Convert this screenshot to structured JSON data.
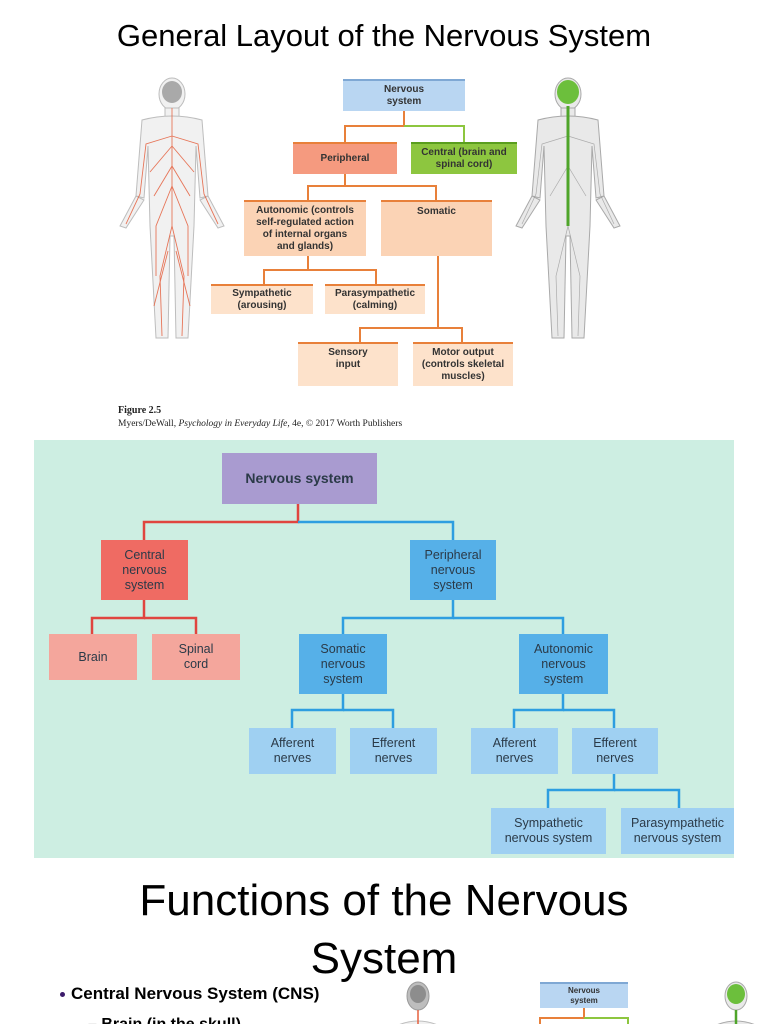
{
  "slide1": {
    "title": "General Layout of the Nervous System",
    "boxes": {
      "nervous_system": "Nervous\nsystem",
      "peripheral": "Peripheral",
      "central": "Central (brain and\nspinal cord)",
      "autonomic": "Autonomic (controls\nself-regulated action\nof internal organs\nand glands)",
      "somatic": "Somatic",
      "sympathetic": "Sympathetic\n(arousing)",
      "parasympathetic": "Parasympathetic\n(calming)",
      "sensory": "Sensory\ninput",
      "motor": "Motor output\n(controls skeletal\nmuscles)"
    },
    "figure_label": "Figure 2.5",
    "credit_prefix": "Myers/DeWall, ",
    "credit_book": "Psychology in Everyday Life",
    "credit_suffix": ", 4e, © 2017 Worth Publishers"
  },
  "slide2": {
    "boxes": {
      "nervous_system": "Nervous system",
      "cns": "Central\nnervous\nsystem",
      "pns": "Peripheral\nnervous\nsystem",
      "brain": "Brain",
      "spinal_cord": "Spinal\ncord",
      "somatic": "Somatic\nnervous\nsystem",
      "autonomic": "Autonomic\nnervous\nsystem",
      "afferent_1": "Afferent\nnerves",
      "efferent_1": "Efferent\nnerves",
      "afferent_2": "Afferent\nnerves",
      "efferent_2": "Efferent\nnerves",
      "sympathetic": "Sympathetic\nnervous system",
      "parasympathetic": "Parasympathetic\nnervous system"
    }
  },
  "slide3": {
    "title": "Functions of the Nervous\nSystem",
    "bullet": "Central Nervous System (CNS)",
    "sub_bullet": "Brain (in the skull)",
    "mini_box": "Nervous\nsystem"
  },
  "colors": {
    "slide1_orange_line": "#e8803a",
    "slide1_green": "#8dc63f",
    "slide1_blue_box": "#b9d6f2",
    "slide1_peach": "#fbd3b5",
    "slide1_salmon": "#f59a7f",
    "slide2_bg": "#cdeee2",
    "slide2_purple": "#a99bd0",
    "slide2_red": "#ef6b63",
    "slide2_pink": "#f4a69c",
    "slide2_blue": "#56b0e8",
    "slide2_lightblue": "#9fd0f2"
  }
}
